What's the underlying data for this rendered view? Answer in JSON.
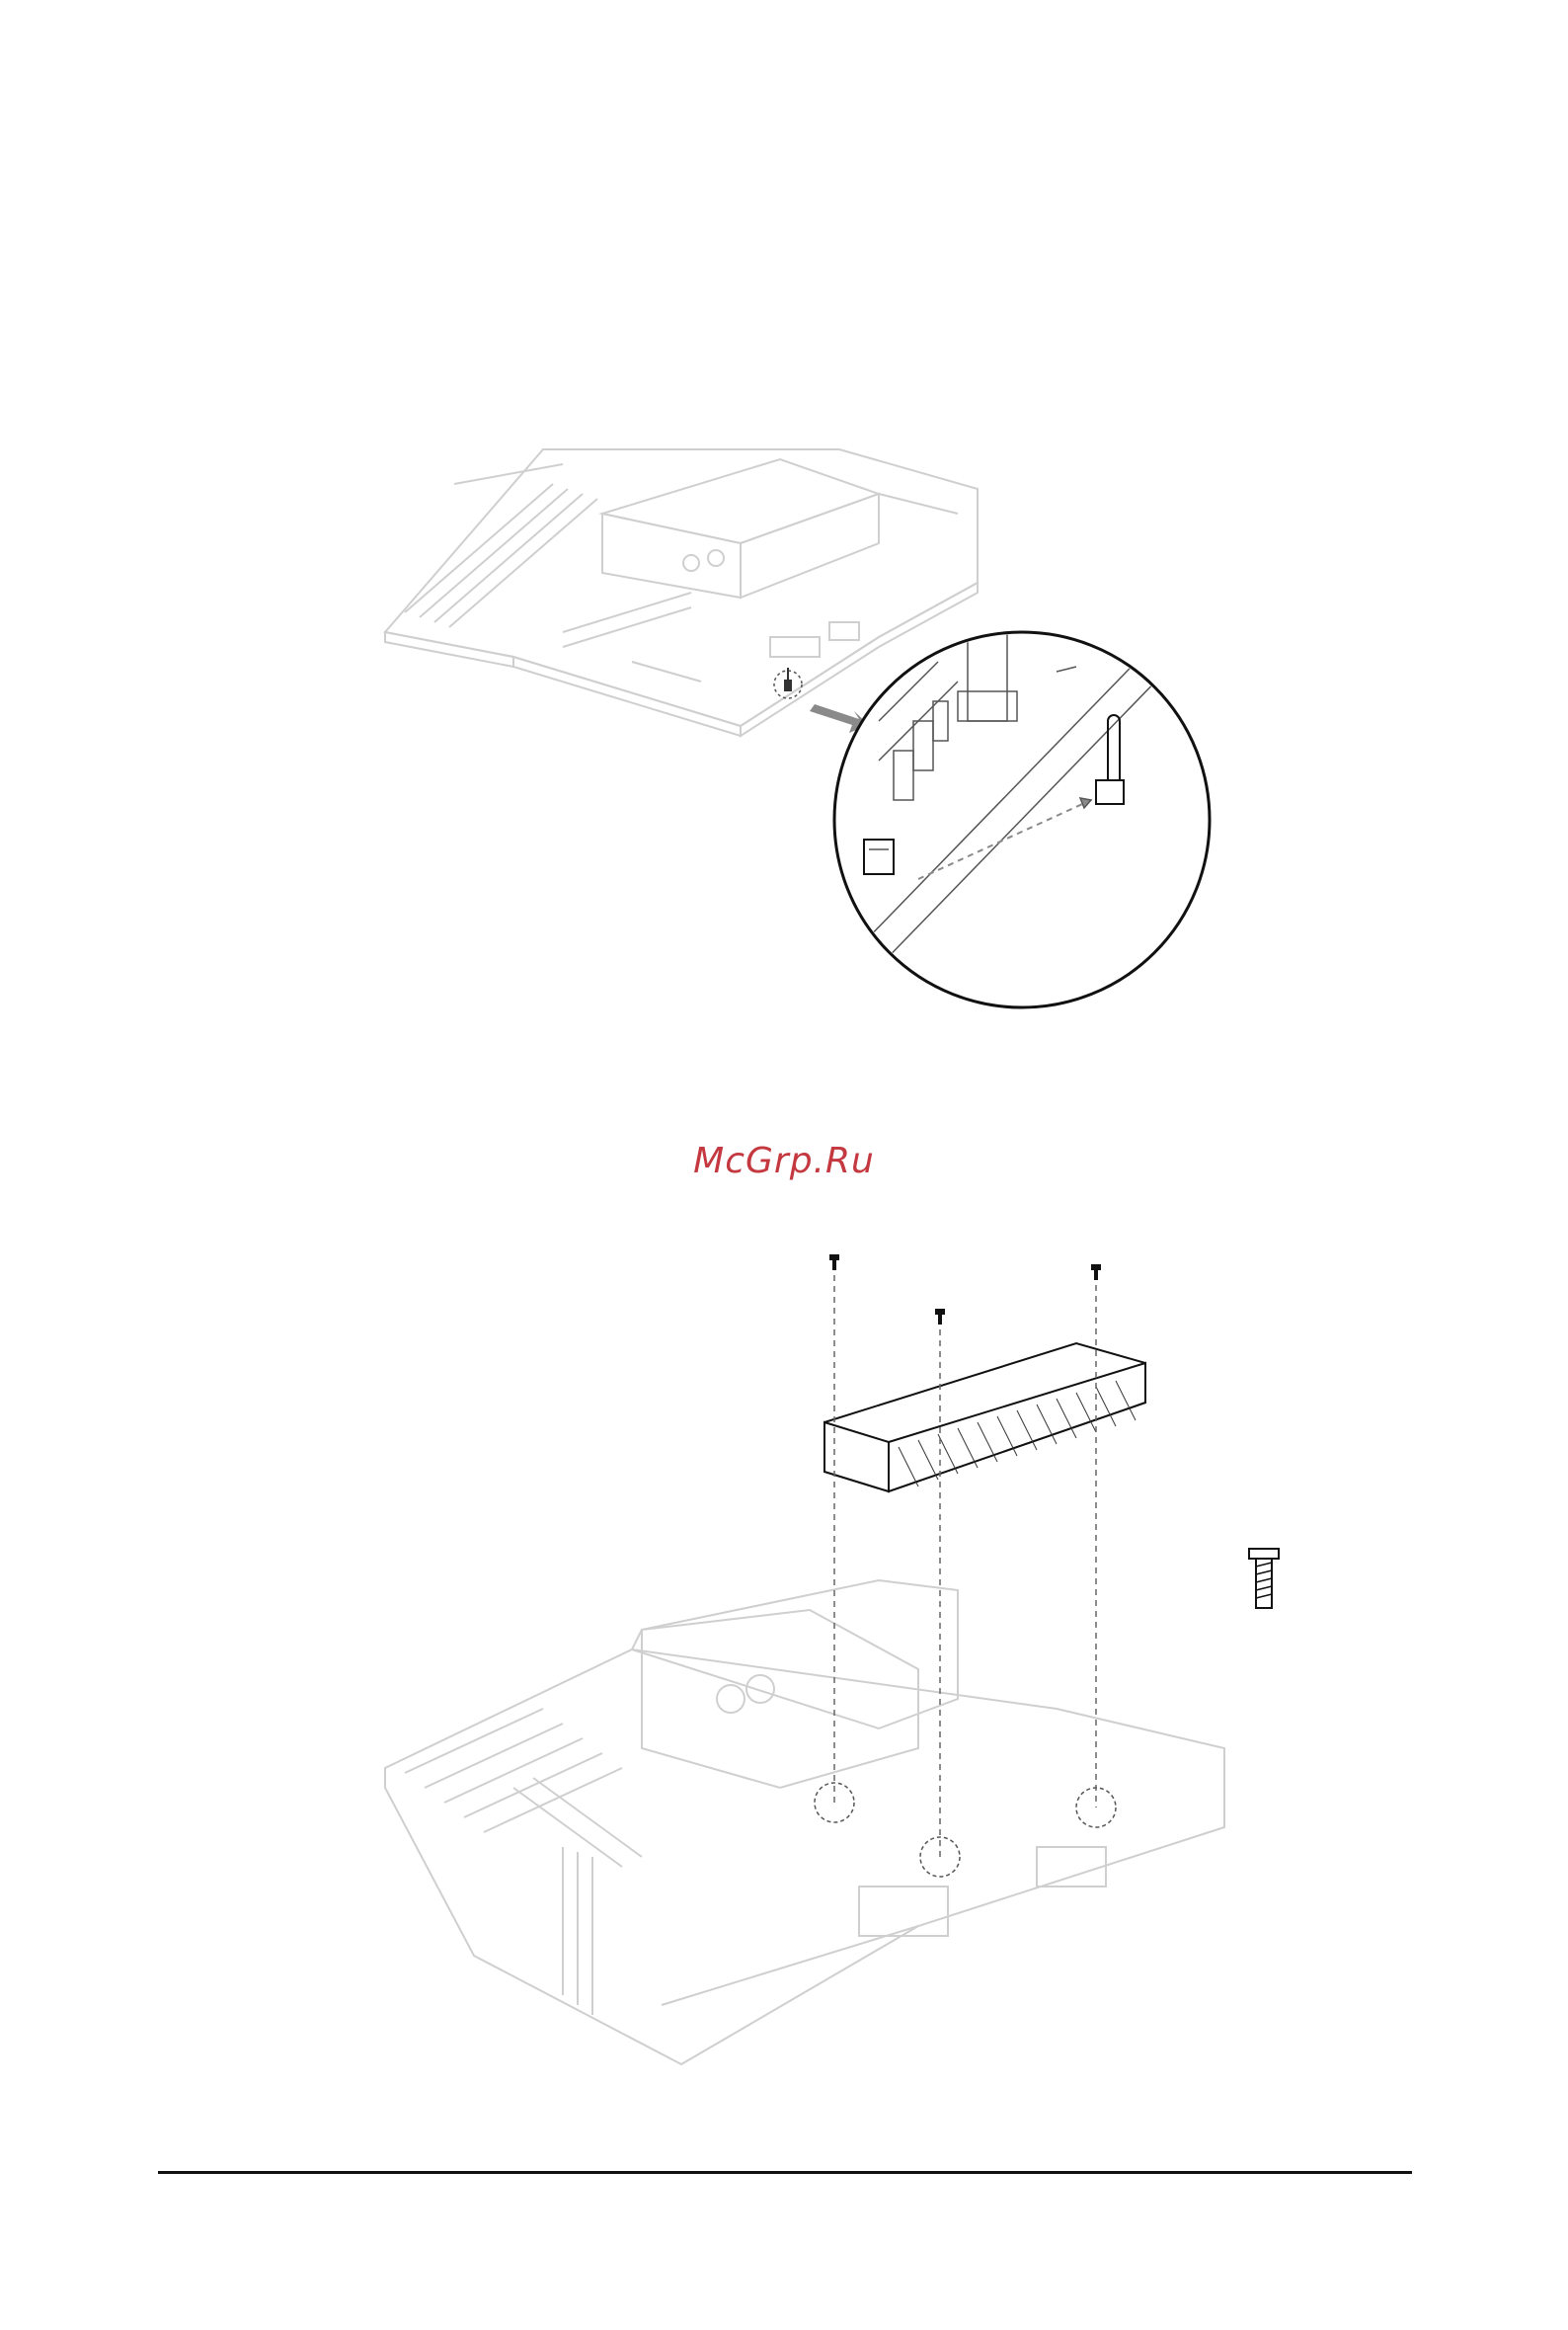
{
  "watermark": {
    "text": "McGrp.Ru",
    "color": "#c4383f"
  },
  "colors": {
    "line": "#111111",
    "faded": "#cfcfcf",
    "arrow": "#8a8a8a"
  },
  "figures": [
    {
      "name": "remove-cable-step",
      "icons": [
        "motherboard-icon",
        "connector-icon",
        "magnify-circle-icon",
        "direction-arrow-icon"
      ]
    },
    {
      "name": "install-cover-step",
      "icons": [
        "motherboard-icon",
        "cover-icon",
        "screw-icon"
      ]
    }
  ]
}
